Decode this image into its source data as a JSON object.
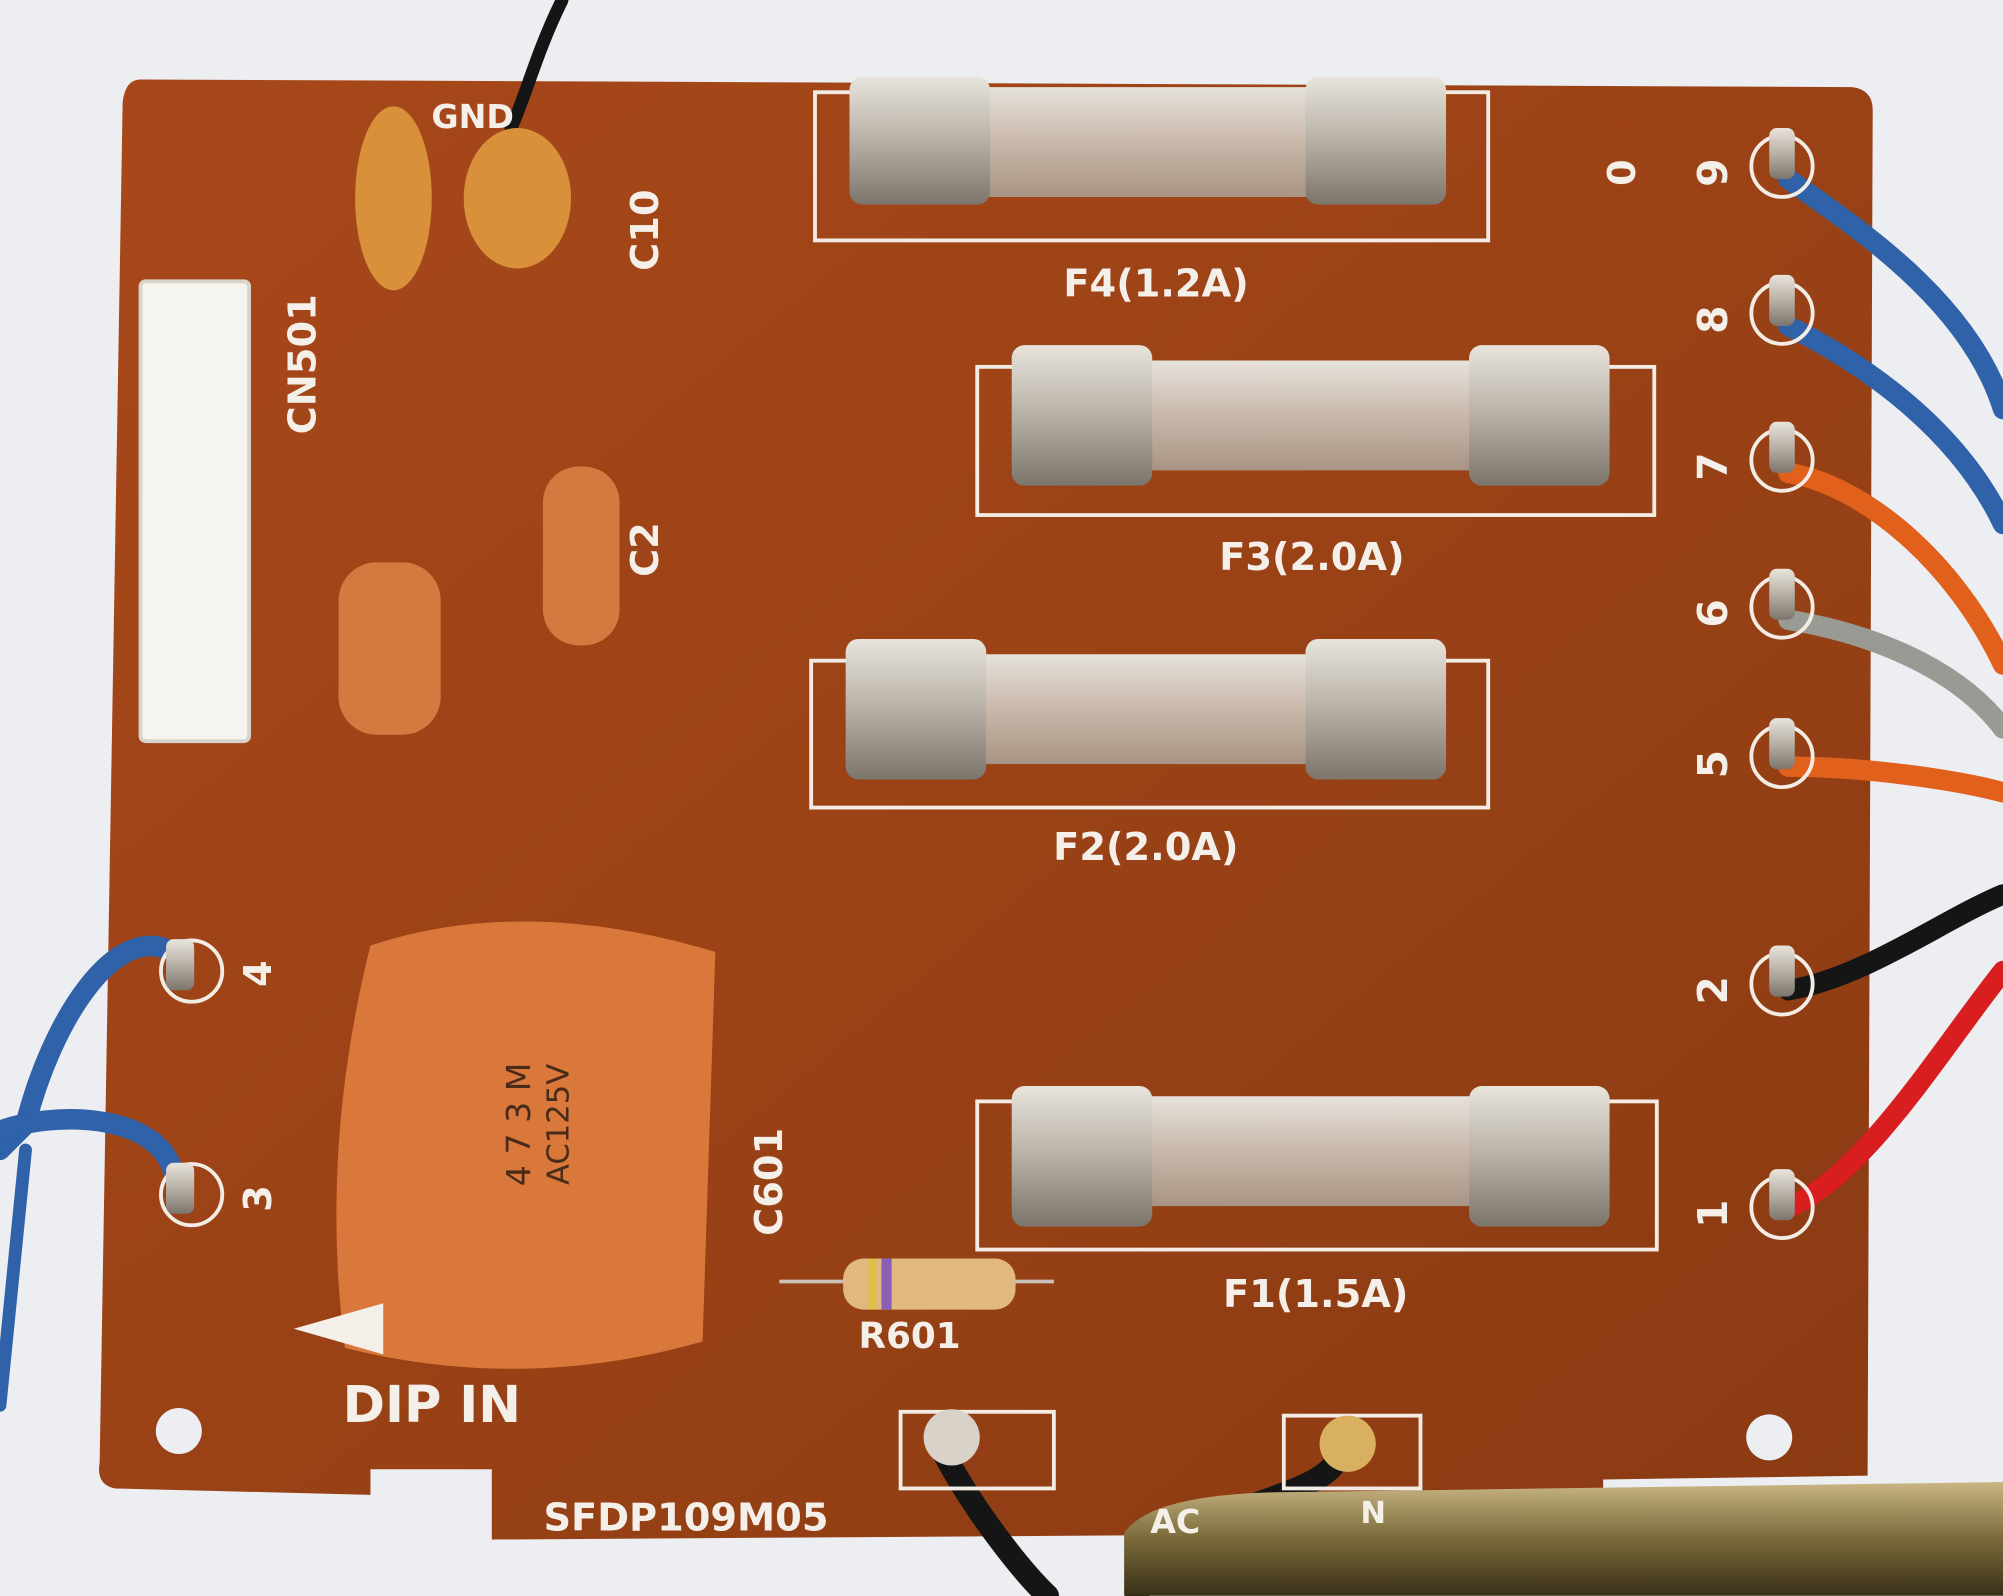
{
  "colors": {
    "background": "#eceef2",
    "pcb": "#9a4216",
    "silkscreen": "#f4efe8",
    "wire_blue": "#2f62a8",
    "wire_orange": "#e0601c",
    "wire_gray": "#9a9a94",
    "wire_red": "#d81e1e",
    "wire_black": "#151515",
    "capacitor": "#d9783a"
  },
  "board": {
    "part_number": "SFDP109M05",
    "input_label": "DIP IN",
    "ground_label": "GND",
    "ac_label": "AC",
    "neutral_label": "N"
  },
  "fuses": [
    {
      "label": "F4(1.2A)"
    },
    {
      "label": "F3(2.0A)"
    },
    {
      "label": "F2(2.0A)"
    },
    {
      "label": "F1(1.5A)"
    }
  ],
  "components": {
    "connector": "CN501",
    "cap_small": "C10",
    "cap_c2": "C2",
    "cap_big": "C601",
    "resistor": "R601",
    "cap_marking_1": "4 7 3 M",
    "cap_marking_2": "AC125V"
  },
  "terminals_right": [
    "9",
    "8",
    "7",
    "6",
    "5",
    "2",
    "1"
  ],
  "terminal_unused": "0",
  "terminals_left": [
    "4",
    "3"
  ]
}
